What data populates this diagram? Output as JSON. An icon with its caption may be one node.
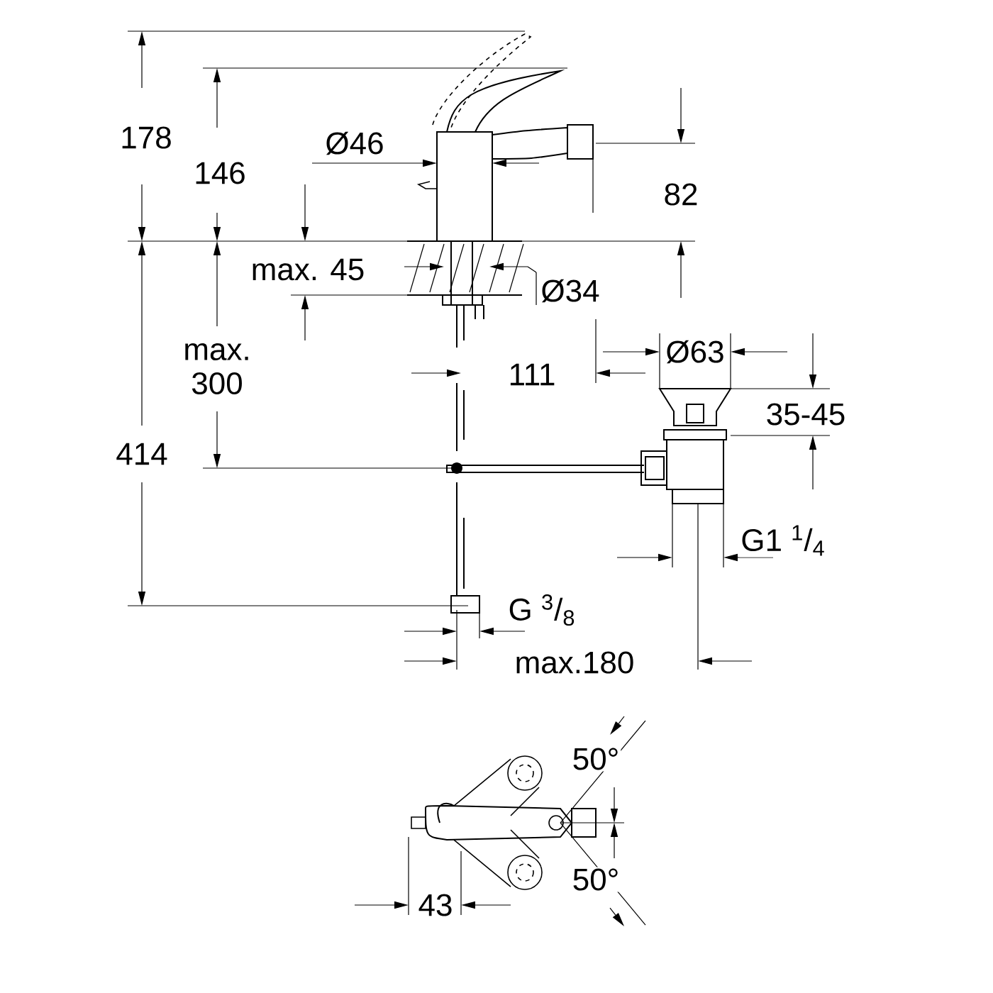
{
  "diagram": {
    "labels": [
      "178",
      "146",
      "Ø46",
      "82",
      "max. 45",
      "Ø34",
      "max. 300",
      "111",
      "Ø63",
      "35-45",
      "414",
      "G1 $^{1}$/$_{4}$",
      "G $^{3}$/$_{8}$",
      "max.180",
      "50°",
      "50°",
      "43"
    ]
  }
}
